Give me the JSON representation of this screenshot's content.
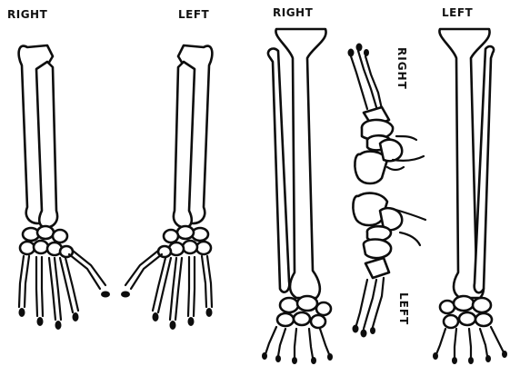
{
  "figure": {
    "labels": {
      "arm_right": "RIGHT",
      "arm_left": "LEFT",
      "leg_right": "RIGHT",
      "leg_left": "LEFT",
      "foot_right_side": "RIGHT",
      "foot_left_side": "LEFT"
    }
  }
}
